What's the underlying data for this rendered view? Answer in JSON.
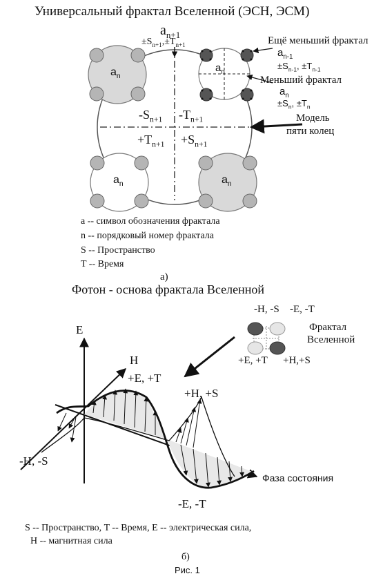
{
  "part_a": {
    "title": "Универсальный фрактал Вселенной (ЭСН, ЭСМ)",
    "top_label_1": "a",
    "top_label_1_sub": "n+1",
    "top_label_2": "±S",
    "top_label_2_sub1": "n+1",
    "top_label_2_mid": ",±T",
    "top_label_2_sub2": "n+1",
    "quadrant_tl": "-S",
    "quadrant_tl_sub": "n+1",
    "quadrant_tr": "-T",
    "quadrant_tr_sub": "n+1",
    "quadrant_bl": "+T",
    "quadrant_bl_sub": "n+1",
    "quadrant_br": "+S",
    "quadrant_br_sub": "n+1",
    "corner_circle": "a",
    "corner_circle_sub": "n",
    "annotation_smaller_yet": "Ещё меньший фрактал",
    "annotation_smaller_yet_a": "a",
    "annotation_smaller_yet_a_sub": "n-1",
    "annotation_smaller_yet_st": "±S",
    "annotation_smaller_yet_st_sub1": "n-1",
    "annotation_smaller_yet_st_mid": ", ±T",
    "annotation_smaller_yet_st_sub2": "n-1",
    "annotation_smaller": "Меньший фрактал",
    "annotation_smaller_a": "a",
    "annotation_smaller_a_sub": "n",
    "annotation_smaller_st": "±S",
    "annotation_smaller_st_sub1": "n",
    "annotation_smaller_st_mid": ", ±T",
    "annotation_smaller_st_sub2": "n",
    "annotation_model_1": "Модель",
    "annotation_model_2": "пяти колец",
    "legend": [
      "a -- символ обозначения фрактала",
      "n -- порядковый номер фрактала",
      "S -- Пространство",
      "T -- Время"
    ],
    "caption": "а)"
  },
  "part_b": {
    "title": "Фотон - основа фрактала Вселенной",
    "axis_e": "E",
    "axis_h": "H",
    "axis_phase": "Фаза состояния",
    "label_plus_e_plus_t": "+E, +T",
    "label_plus_h_plus_s": "+H, +S",
    "label_minus_h_minus_s": "-H, -S",
    "label_minus_e_minus_t": "-E, -T",
    "fractal_tl": "-H, -S",
    "fractal_tr": "-E, -T",
    "fractal_bl": "+E, +T",
    "fractal_br": "+H,+S",
    "fractal_label_1": "Фрактал",
    "fractal_label_2": "Вселенной",
    "legend_1": "S -- Пространство, T -- Время, E -- электрическая сила,",
    "legend_2": "H -- магнитная сила",
    "caption": "б)"
  },
  "figure_caption": "Рис. 1"
}
